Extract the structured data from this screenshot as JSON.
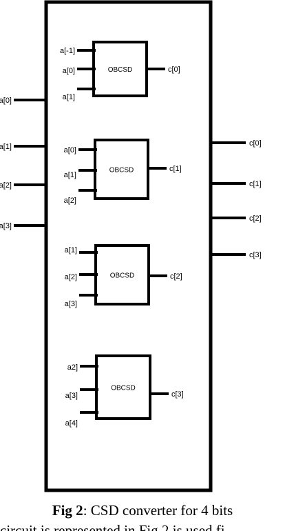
{
  "figure": {
    "outer_inputs": [
      "a[0]",
      "a[1]",
      "a[2]",
      "a[3]"
    ],
    "outer_outputs": [
      "c[0]",
      "c[1]",
      "c[2]",
      "c[3]"
    ],
    "blocks": [
      {
        "label": "OBCSD",
        "inputs": [
          "a[-1]",
          "a[0]",
          "a[1]"
        ],
        "output": "c[0]"
      },
      {
        "label": "OBCSD",
        "inputs": [
          "a[0]",
          "a[1]",
          "a[2]"
        ],
        "output": "c[1]"
      },
      {
        "label": "OBCSD",
        "inputs": [
          "a[1]",
          "a[2]",
          "a[3]"
        ],
        "output": "c[2]"
      },
      {
        "label": "OBCSD",
        "inputs": [
          "a2]",
          "a[3]",
          "a[4]"
        ],
        "output": "c[3]"
      }
    ]
  },
  "caption": {
    "prefix": "Fig 2",
    "text": ": CSD converter for 4 bits"
  },
  "trailing_text": "circuit is represented in Fig.2 is used fi"
}
